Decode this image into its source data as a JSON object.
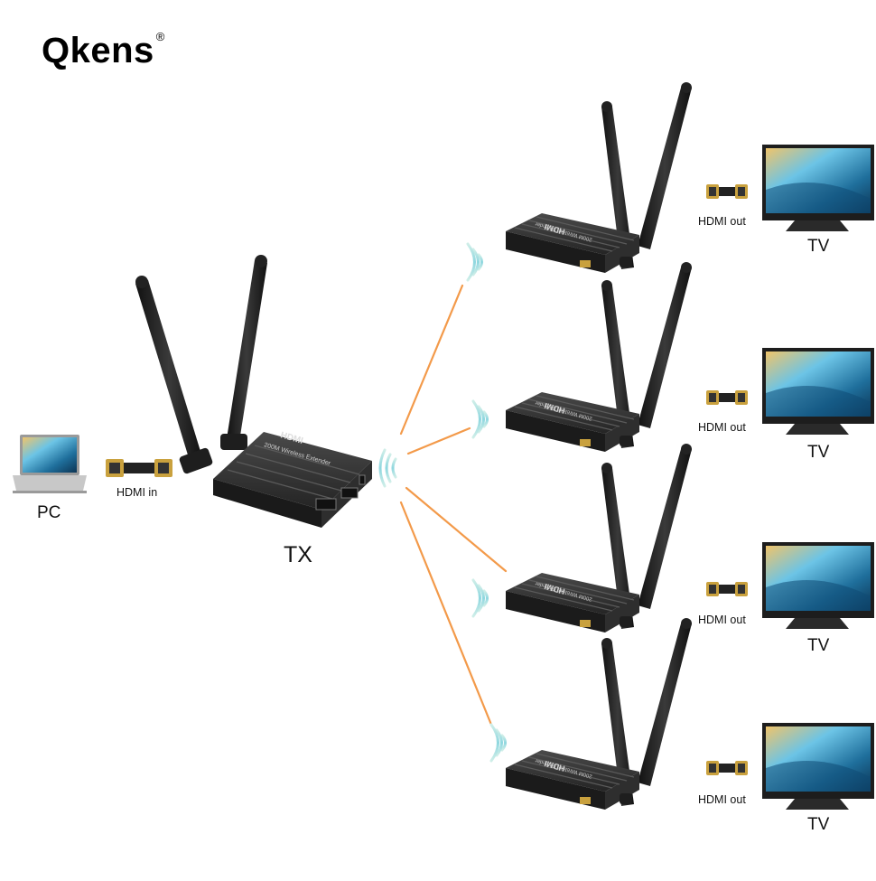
{
  "brand": {
    "name": "Qkens",
    "mark": "®"
  },
  "source": {
    "label": "PC",
    "cable_label": "HDMI in"
  },
  "transmitter": {
    "label": "TX",
    "badge": "HDMI",
    "model_text": "200M Wireless Extender"
  },
  "receivers": [
    {
      "badge": "HDMI",
      "model_text": "200M Wireless Extender",
      "cable_label": "HDMI out",
      "display_label": "TV"
    },
    {
      "badge": "HDMI",
      "model_text": "200M Wireless Extender",
      "cable_label": "HDMI out",
      "display_label": "TV"
    },
    {
      "badge": "HDMI",
      "model_text": "200M Wireless Extender",
      "cable_label": "HDMI out",
      "display_label": "TV"
    },
    {
      "badge": "HDMI",
      "model_text": "200M Wireless Extender",
      "cable_label": "HDMI out",
      "display_label": "TV"
    }
  ],
  "colors": {
    "link": "#f39a4a",
    "signal": "#7fd6d8",
    "device": "#262626",
    "background": "#ffffff"
  }
}
